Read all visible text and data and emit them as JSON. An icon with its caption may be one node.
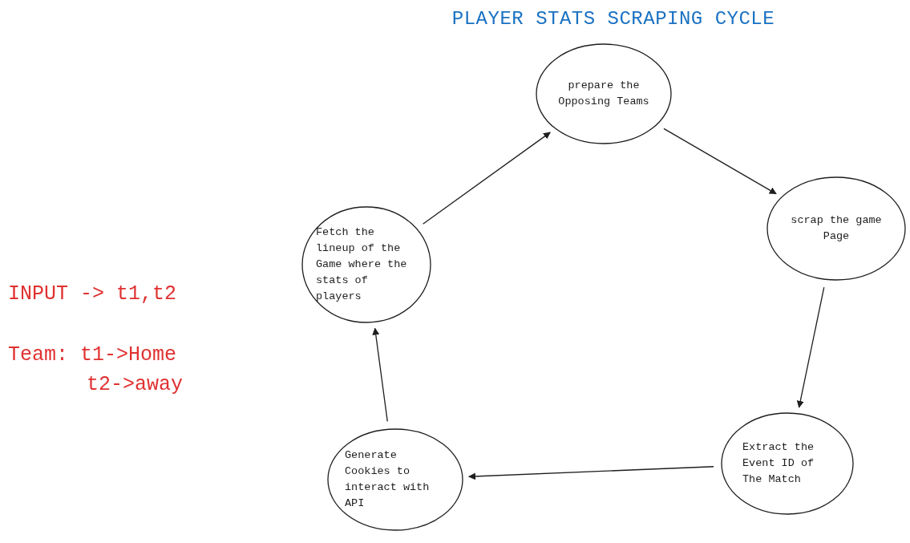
{
  "diagram": {
    "title": "PLAYER STATS SCRAPING CYCLE",
    "nodes": [
      {
        "text": [
          "prepare the Opposing Teams"
        ]
      },
      {
        "text": [
          "scrap the game Page"
        ]
      },
      {
        "text": [
          "Extract the Event ID of The Match"
        ]
      },
      {
        "text": [
          "Generate Cookies to interact with API"
        ]
      },
      {
        "text": [
          "Fetch the lineup of the Game where the stats of players"
        ]
      }
    ],
    "edges": [
      {
        "from": 0,
        "to": 1,
        "arrow": "to"
      },
      {
        "from": 1,
        "to": 2,
        "arrow": "to"
      },
      {
        "from": 2,
        "to": 3,
        "arrow": "to"
      },
      {
        "from": 3,
        "to": 4,
        "arrow": "to"
      },
      {
        "from": 4,
        "to": 0,
        "arrow": "to"
      }
    ],
    "labels": [
      "INPUT -> t1,t2",
      "Team: t1->Home",
      "t2->away"
    ]
  }
}
